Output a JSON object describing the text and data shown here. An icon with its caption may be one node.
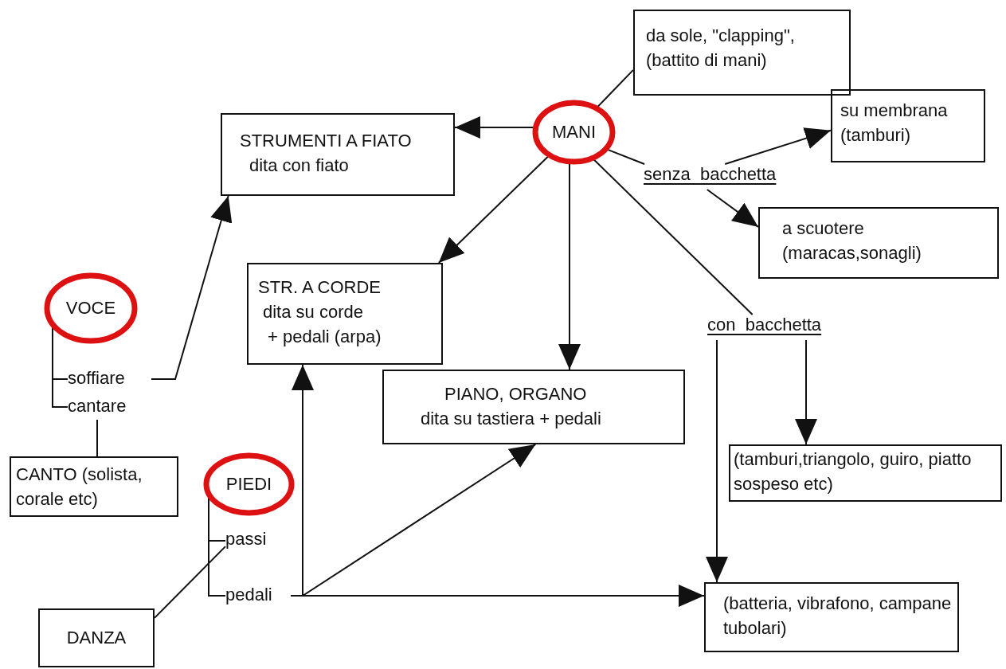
{
  "diagram": {
    "nodes": [
      {
        "text": [
          "da sole, \"clapping\", (battito di mani)"
        ]
      },
      {
        "text": [
          "MANI"
        ]
      },
      {
        "text": [
          "STRUMENTI A FIATO",
          "dita con fiato"
        ]
      },
      {
        "text": [
          "su membrana (tamburi)"
        ]
      },
      {
        "text": [
          "senza  bacchetta"
        ]
      },
      {
        "text": [
          "a scuotere (maracas,sonagli)"
        ]
      },
      {
        "text": [
          "VOCE"
        ]
      },
      {
        "text": [
          "STR. A CORDE",
          "dita su corde",
          "+ pedali (arpa)"
        ]
      },
      {
        "text": [
          "con  bacchetta"
        ]
      },
      {
        "text": [
          "soffiare"
        ]
      },
      {
        "text": [
          "cantare"
        ]
      },
      {
        "text": [
          "PIANO, ORGANO",
          "dita su tastiera + pedali"
        ]
      },
      {
        "text": [
          "CANTO (solista, corale etc)"
        ]
      },
      {
        "text": [
          "PIEDI"
        ]
      },
      {
        "text": [
          "(tamburi,triangolo, guiro, piatto sospeso etc)"
        ]
      },
      {
        "text": [
          "passi"
        ]
      },
      {
        "text": [
          "pedali"
        ]
      },
      {
        "text": [
          "(batteria, vibrafono, campane tubolari)"
        ]
      },
      {
        "text": [
          "DANZA"
        ]
      }
    ],
    "edges": [
      {
        "from": 1,
        "to": 0,
        "arrow": "none"
      },
      {
        "from": 1,
        "to": 2,
        "arrow": "to"
      },
      {
        "from": 1,
        "to": 4,
        "arrow": "none"
      },
      {
        "from": 4,
        "to": 3,
        "arrow": "to"
      },
      {
        "from": 4,
        "to": 5,
        "arrow": "to"
      },
      {
        "from": 1,
        "to": 7,
        "arrow": "to"
      },
      {
        "from": 1,
        "to": 11,
        "arrow": "to"
      },
      {
        "from": 1,
        "to": 8,
        "arrow": "none"
      },
      {
        "from": 8,
        "to": 14,
        "arrow": "to"
      },
      {
        "from": 8,
        "to": 17,
        "arrow": "to"
      },
      {
        "from": 9,
        "to": 2,
        "arrow": "to"
      },
      {
        "from": 6,
        "to": 9,
        "arrow": "none"
      },
      {
        "from": 6,
        "to": 10,
        "arrow": "none"
      },
      {
        "from": 10,
        "to": 12,
        "arrow": "none"
      },
      {
        "from": 13,
        "to": 15,
        "arrow": "none"
      },
      {
        "from": 13,
        "to": 16,
        "arrow": "none"
      },
      {
        "from": 15,
        "to": 18,
        "arrow": "none"
      },
      {
        "from": 16,
        "to": 7,
        "arrow": "to"
      },
      {
        "from": 16,
        "to": 11,
        "arrow": "to"
      },
      {
        "from": 16,
        "to": 17,
        "arrow": "to"
      }
    ]
  }
}
